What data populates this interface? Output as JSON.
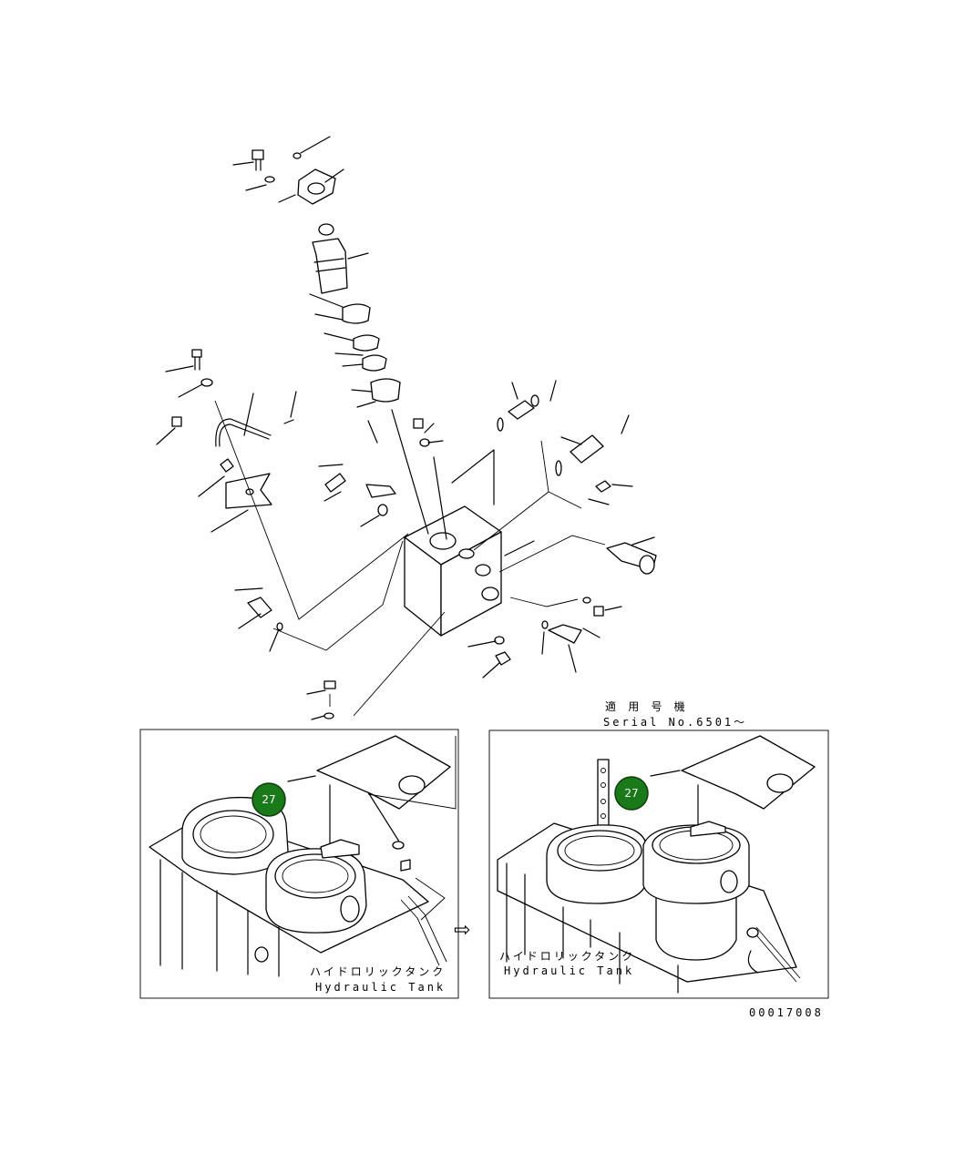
{
  "left_panel": {
    "tank_label_jp": "ハイドロリックタンク",
    "tank_label_en": "Hydraulic Tank"
  },
  "right_panel": {
    "serial_heading": "適 用 号 機",
    "serial_range": "Serial No.6501～",
    "tank_label_jp": "ハイドロリックタンク",
    "tank_label_en": "Hydraulic Tank"
  },
  "callouts": [
    {
      "number": "27",
      "color": "#1a7a1a"
    },
    {
      "number": "27",
      "color": "#1a7a1a"
    }
  ],
  "arrow_symbol": "⇨",
  "drawing_number": "00017008"
}
